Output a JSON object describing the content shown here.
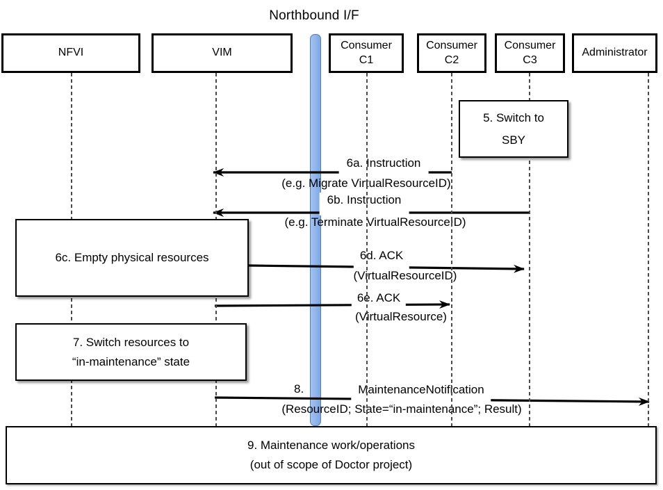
{
  "title": "Northbound I/F",
  "actors": {
    "nfvi": "NFVI",
    "vim": "VIM",
    "c1_line1": "Consumer",
    "c1_line2": "C1",
    "c2_line1": "Consumer",
    "c2_line2": "C2",
    "c3_line1": "Consumer",
    "c3_line2": "C3",
    "admin": "Administrator"
  },
  "boxes": {
    "switch_sby_line1": "5. Switch to",
    "switch_sby_line2": "SBY",
    "empty_resources": "6c. Empty physical resources",
    "switch_maintenance_line1": "7. Switch resources to",
    "switch_maintenance_line2": "“in-maintenance” state",
    "maintenance_work_line1": "9. Maintenance work/operations",
    "maintenance_work_line2": "(out of scope of Doctor project)"
  },
  "messages": {
    "m6a_title": "6a. Instruction",
    "m6a_detail": "(e.g. Migrate VirtualResourceID)",
    "m6b_title": "6b. Instruction",
    "m6b_detail": "(e.g. Terminate VirtualResourceID)",
    "m6d_title": "6d. ACK",
    "m6d_detail": "(VirtualResourceID)",
    "m6e_title": "6e. ACK",
    "m6e_detail": "(VirtualResource)",
    "m8_num": "8.",
    "m8_title": "MaintenanceNotification",
    "m8_detail": "(ResourceID; State=“in-maintenance”; Result)"
  },
  "colors": {
    "bar_fill": "#8FB4EC",
    "bar_border": "#4F81BD",
    "line": "#000000"
  }
}
